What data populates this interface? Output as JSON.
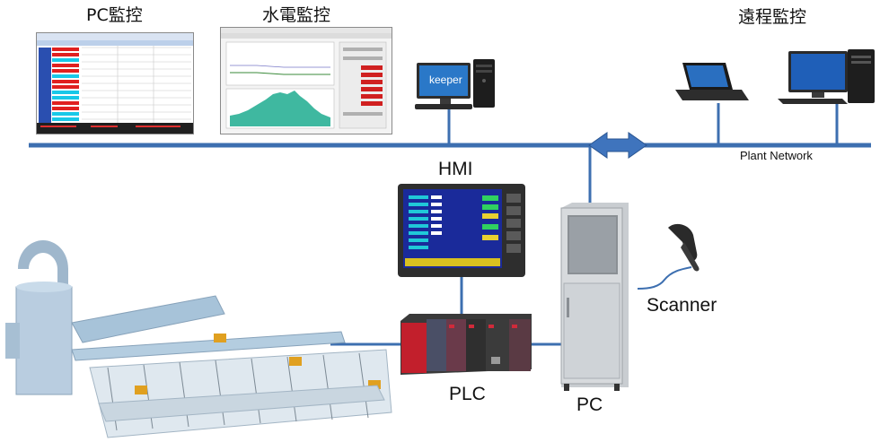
{
  "labels": {
    "pc_monitoring": "PC監控",
    "hydro_power_monitoring": "水電監控",
    "remote_monitoring": "遠程監控",
    "plant_network": "Plant Network",
    "hmi": "HMI",
    "plc": "PLC",
    "pc": "PC",
    "scanner": "Scanner",
    "keeper": "keeper"
  },
  "colors": {
    "network_line": "#3d6fb0",
    "network_arrow": "#3f74bd",
    "hmi_screen": "#1a2a9a",
    "plc_red": "#c21f2c",
    "cabinet": "#d7dadd",
    "pipe": "#a7c3d9"
  },
  "icons": [
    "monitor-icon",
    "tower-pc-icon",
    "laptop-icon",
    "desktop-pc-icon",
    "barcode-scanner-icon",
    "hmi-panel-icon",
    "plc-rack-icon",
    "pc-cabinet-icon",
    "plant-machinery-icon"
  ]
}
